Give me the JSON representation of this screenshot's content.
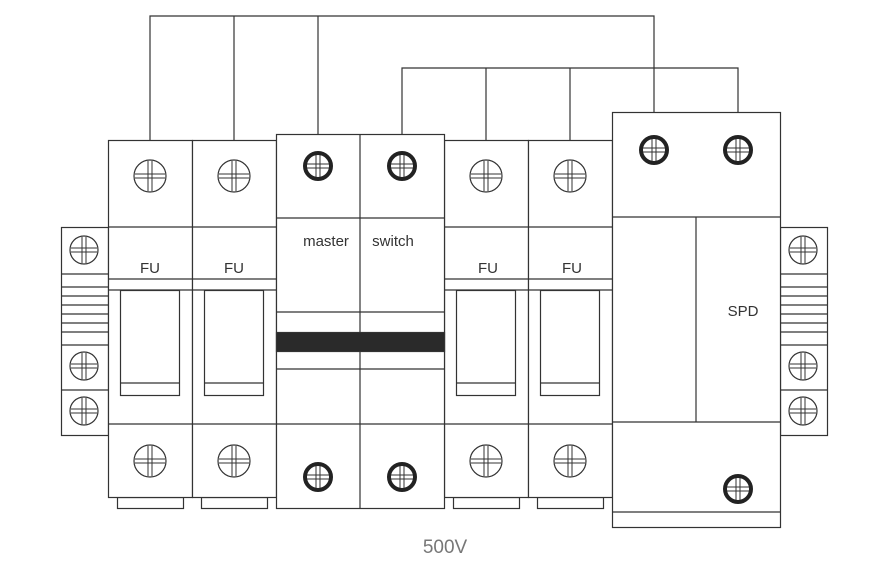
{
  "labels": {
    "fu1": "FU",
    "fu2": "FU",
    "fu3": "FU",
    "fu4": "FU",
    "master": "master",
    "switch": "switch",
    "spd": "SPD",
    "voltage": "500V"
  },
  "colors": {
    "line": "#333333",
    "bar": "#2a2a2a",
    "label": "#333333",
    "voltage": "#777777"
  }
}
